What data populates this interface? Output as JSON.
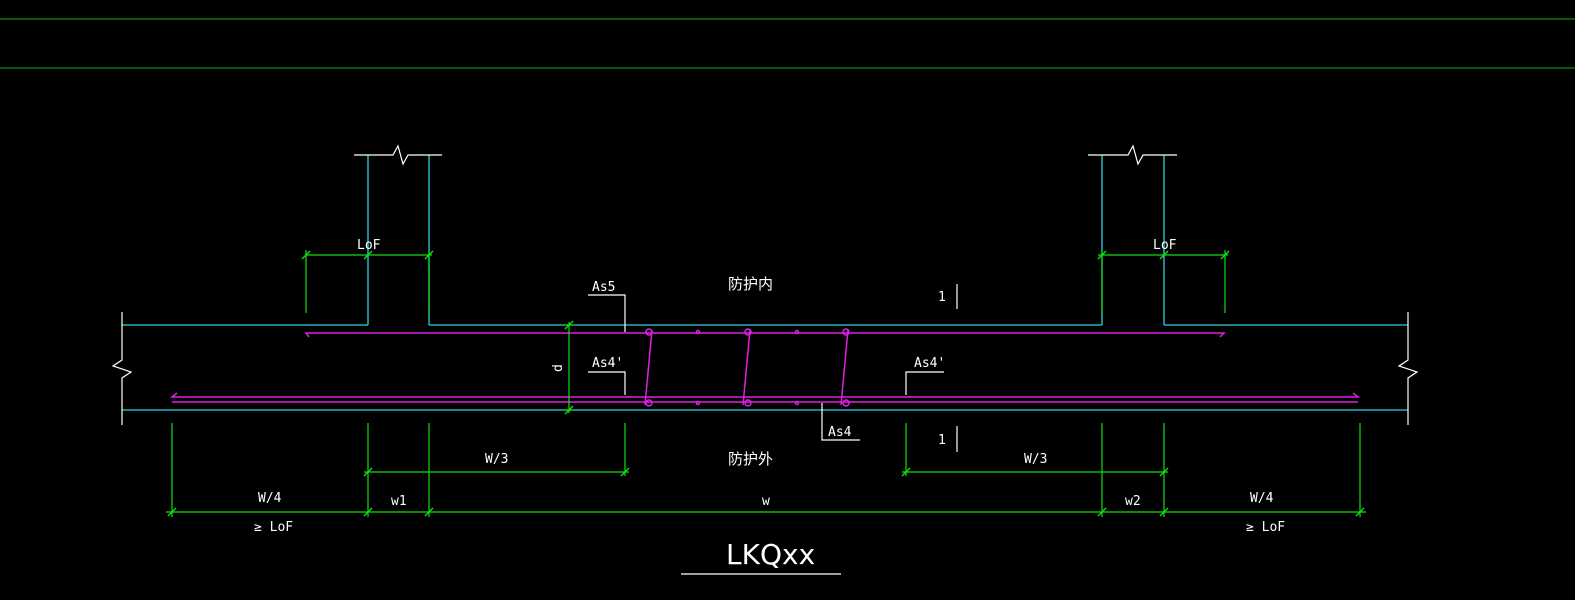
{
  "labels": {
    "lof_left": "LoF",
    "lof_right": "LoF",
    "as5": "As5",
    "as4_prime_left": "As4'",
    "as4_prime_right": "As4'",
    "as4": "As4",
    "d": "d",
    "section_mark_top": "1",
    "section_mark_bottom": "1",
    "inner_side": "防护内",
    "outer_side": "防护外",
    "w3_left": "W/3",
    "w3_right": "W/3",
    "w4_left": "W/4",
    "w4_right": "W/4",
    "ge_lof_left": "≥ LoF",
    "ge_lof_right": "≥ LoF",
    "w1": "w1",
    "w": "w",
    "w2": "w2"
  },
  "title": "LKQxx",
  "colors": {
    "background": "#000000",
    "wall_outline": "#2fd0e0",
    "dimension": "#10e010",
    "rebar": "#e020e0",
    "text": "#ffffff"
  }
}
